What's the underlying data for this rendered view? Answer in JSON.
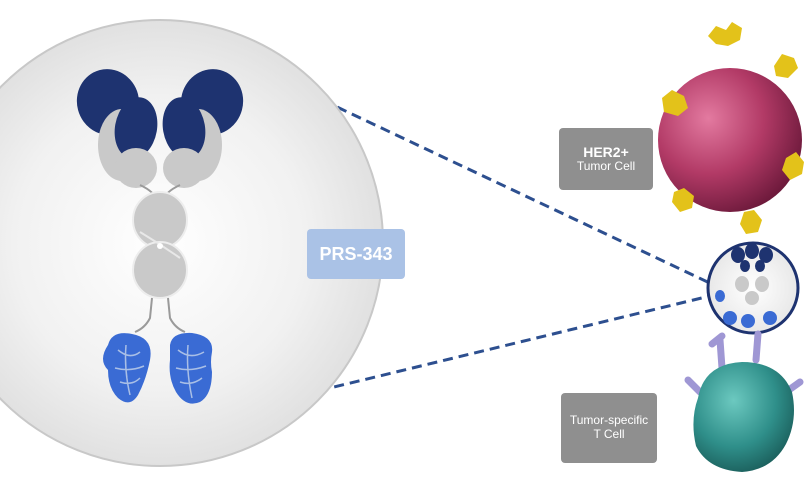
{
  "molecule": {
    "label": "PRS-343"
  },
  "tumor_cell": {
    "title": "HER2+",
    "subtitle": "Tumor Cell"
  },
  "t_cell": {
    "line1": "Tumor-specific",
    "line2": "T Cell"
  },
  "colors": {
    "navy": "#1e3370",
    "light_gray": "#c9c9c9",
    "anticalin_blue": "#3a6bd4",
    "label_blue": "#aac2e6",
    "box_gray": "#8f8f8f",
    "tumor_magenta": "#b23a66",
    "her2_yellow": "#e3c21a",
    "tcell_teal": "#2f8f8a",
    "receptor_lavender": "#9f97d4"
  }
}
